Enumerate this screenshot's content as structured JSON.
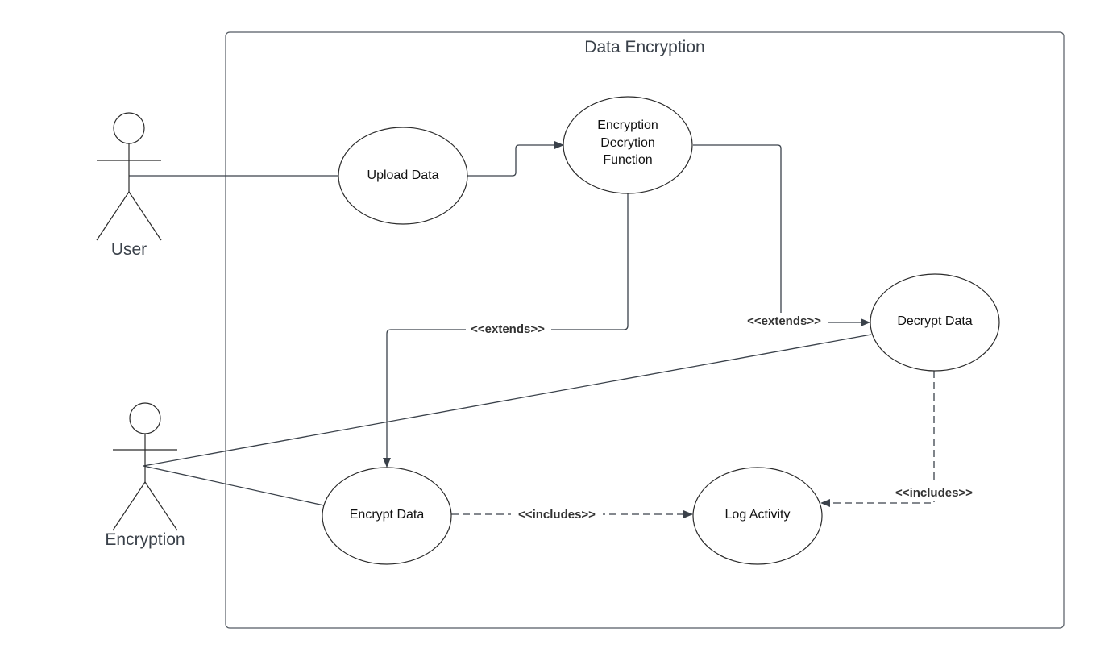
{
  "system": {
    "title": "Data Encryption"
  },
  "actors": {
    "user": "User",
    "encryption": "Encryption"
  },
  "use_cases": {
    "upload_data": [
      "Upload Data"
    ],
    "enc_dec_function": [
      "Encryption",
      "Decrytion",
      "Function"
    ],
    "decrypt_data": [
      "Decrypt Data"
    ],
    "encrypt_data": [
      "Encrypt Data"
    ],
    "log_activity": [
      "Log Activity"
    ]
  },
  "relationships": {
    "extends_to_encrypt": "<<extends>>",
    "extends_to_decrypt": "<<extends>>",
    "includes_encrypt_log": "<<includes>>",
    "includes_decrypt_log": "<<includes>>"
  },
  "colors": {
    "line": "#3a414a",
    "shape_stroke": "#2b2b2b",
    "boundary": "#555b63"
  }
}
